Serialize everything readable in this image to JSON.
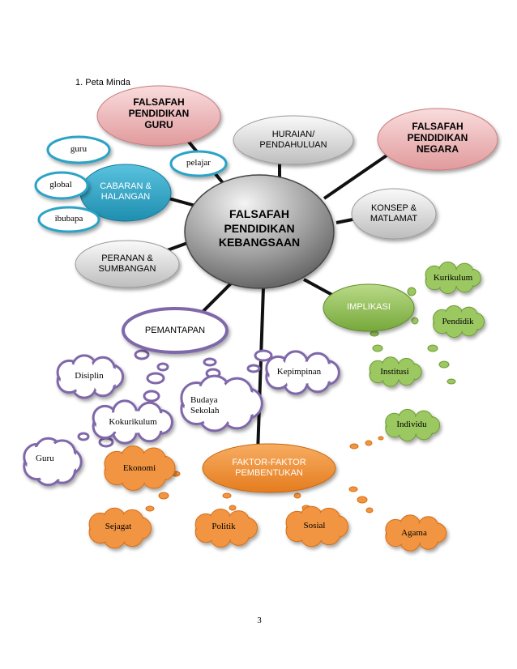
{
  "heading": "1.   Peta Minda",
  "page_number": "3",
  "center": "FALSAFAH\nPENDIDIKAN\nKEBANGSAAN",
  "branches": {
    "falsafah_guru": "FALSAFAH\nPENDIDIKAN\nGURU",
    "huraian": "HURAIAN/\nPENDAHULUAN",
    "falsafah_negara": "FALSAFAH\nPENDIDIKAN\nNEGARA",
    "cabaran": "CABARAN &\nHALANGAN",
    "konsep": "KONSEP &\nMATLAMAT",
    "peranan": "PERANAN &\nSUMBANGAN",
    "implikasi": "IMPLIKASI",
    "pemantapan": "PEMANTAPAN",
    "faktor": "FAKTOR-FAKTOR\nPEMBENTUKAN"
  },
  "cabaran_items": [
    "guru",
    "global",
    "ibubapa",
    "pelajar"
  ],
  "implikasi_items": [
    "Kurikulum",
    "Pendidik",
    "Institusi",
    "Individu"
  ],
  "pemantapan_items": [
    "Disiplin",
    "Kepimpinan",
    "Budaya\nSekolah",
    "Kokurikulum",
    "Guru"
  ],
  "faktor_items": [
    "Ekonomi",
    "Sejagat",
    "Politik",
    "Sosial",
    "Agama"
  ],
  "colors": {
    "center": "#8f8f8f",
    "pink": "#e8a4a6",
    "grey": "#d4d4d4",
    "teal": "#2aa3c6",
    "green": "#8bbd4c",
    "purple": "#7f67a9",
    "orange": "#f08a2e"
  }
}
